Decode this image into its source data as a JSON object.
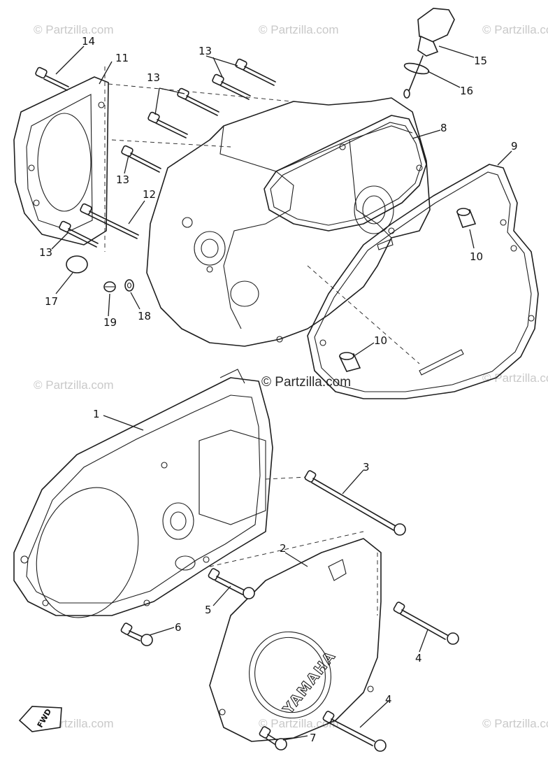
{
  "watermarks": {
    "text": "© Partzilla.com",
    "main": "© Partzilla.com"
  },
  "labels": {
    "l1": "1",
    "l2": "2",
    "l3": "3",
    "l4a": "4",
    "l4b": "4",
    "l5": "5",
    "l6": "6",
    "l7": "7",
    "l8": "8",
    "l9": "9",
    "l10a": "10",
    "l10b": "10",
    "l11": "11",
    "l12": "12",
    "l13a": "13",
    "l13b": "13",
    "l13c": "13",
    "l13d": "13",
    "l14": "14",
    "l15": "15",
    "l16": "16",
    "l17": "17",
    "l18": "18",
    "l19": "19"
  },
  "cover_logo": "YAMAHA",
  "direction_marker": "FWD"
}
